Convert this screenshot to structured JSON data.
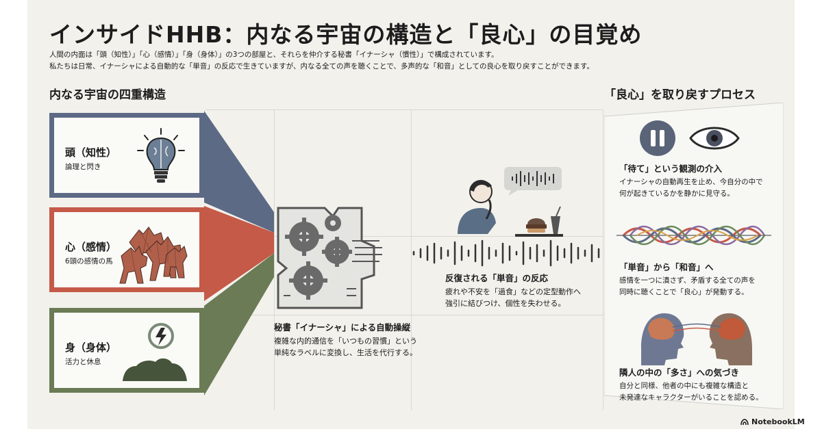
{
  "title": "インサイドHHB：内なる宇宙の構造と「良心」の目覚め",
  "intro": {
    "line1": "人間の内面は「頭（知性）」「心（感情）」「身（身体）」の3つの部屋と、それらを仲介する秘書「イナーシャ（慣性）」で構成されています。",
    "line2": "私たちは日常、イナーシャによる自動的な「単音」の反応で生きていますが、内なる全ての声を聴くことで、多声的な「和音」としての良心を取り戻すことができます。"
  },
  "left": {
    "heading": "内なる宇宙の四重構造",
    "layers": [
      {
        "title": "頭（知性）",
        "subtitle": "論理と閃き",
        "icon": "lightbulb-brain-icon"
      },
      {
        "title": "心（感情）",
        "subtitle": "6頭の感情の馬",
        "icon": "horses-icon"
      },
      {
        "title": "身（身体）",
        "subtitle": "活力と休息",
        "icon": "resting-body-icon"
      }
    ]
  },
  "secretary": {
    "icon": "gear-circuit-icon",
    "heading": "秘書「イナーシャ」による自動操縦",
    "line1": "複雑な内的通信を「いつもの習慣」という",
    "line2": "単純なラベルに変換し、生活を代行する。"
  },
  "reaction": {
    "icon": "person-eating-icon",
    "heading": "反復される「単音」の反応",
    "line1": "疲れや不安を「過食」などの定型動作へ",
    "line2": "強引に結びつけ、個性を失わせる。"
  },
  "right": {
    "heading": "「良心」を取り戻すプロセス",
    "steps": [
      {
        "heading": "「待て」という観測の介入",
        "line1": "イナーシャの自動再生を止め、今自分の中で",
        "line2": "何が起きているかを静かに見守る。"
      },
      {
        "heading": "「単音」から「和音」へ",
        "line1": "感情を一つに潰さず、矛盾する全ての声を",
        "line2": "同時に聴くことで「良心」が発動する。"
      },
      {
        "heading": "隣人の中の「多さ」への気づき",
        "line1": "自分と同様、他者の中にも複雑な構造と",
        "line2": "未発達なキャラクターがいることを認める。"
      }
    ]
  },
  "logo": "NotebookLM",
  "colors": {
    "head": "#5d6a86",
    "heart": "#c55a48",
    "body": "#6a7b55",
    "background": "#f2f1ec"
  }
}
